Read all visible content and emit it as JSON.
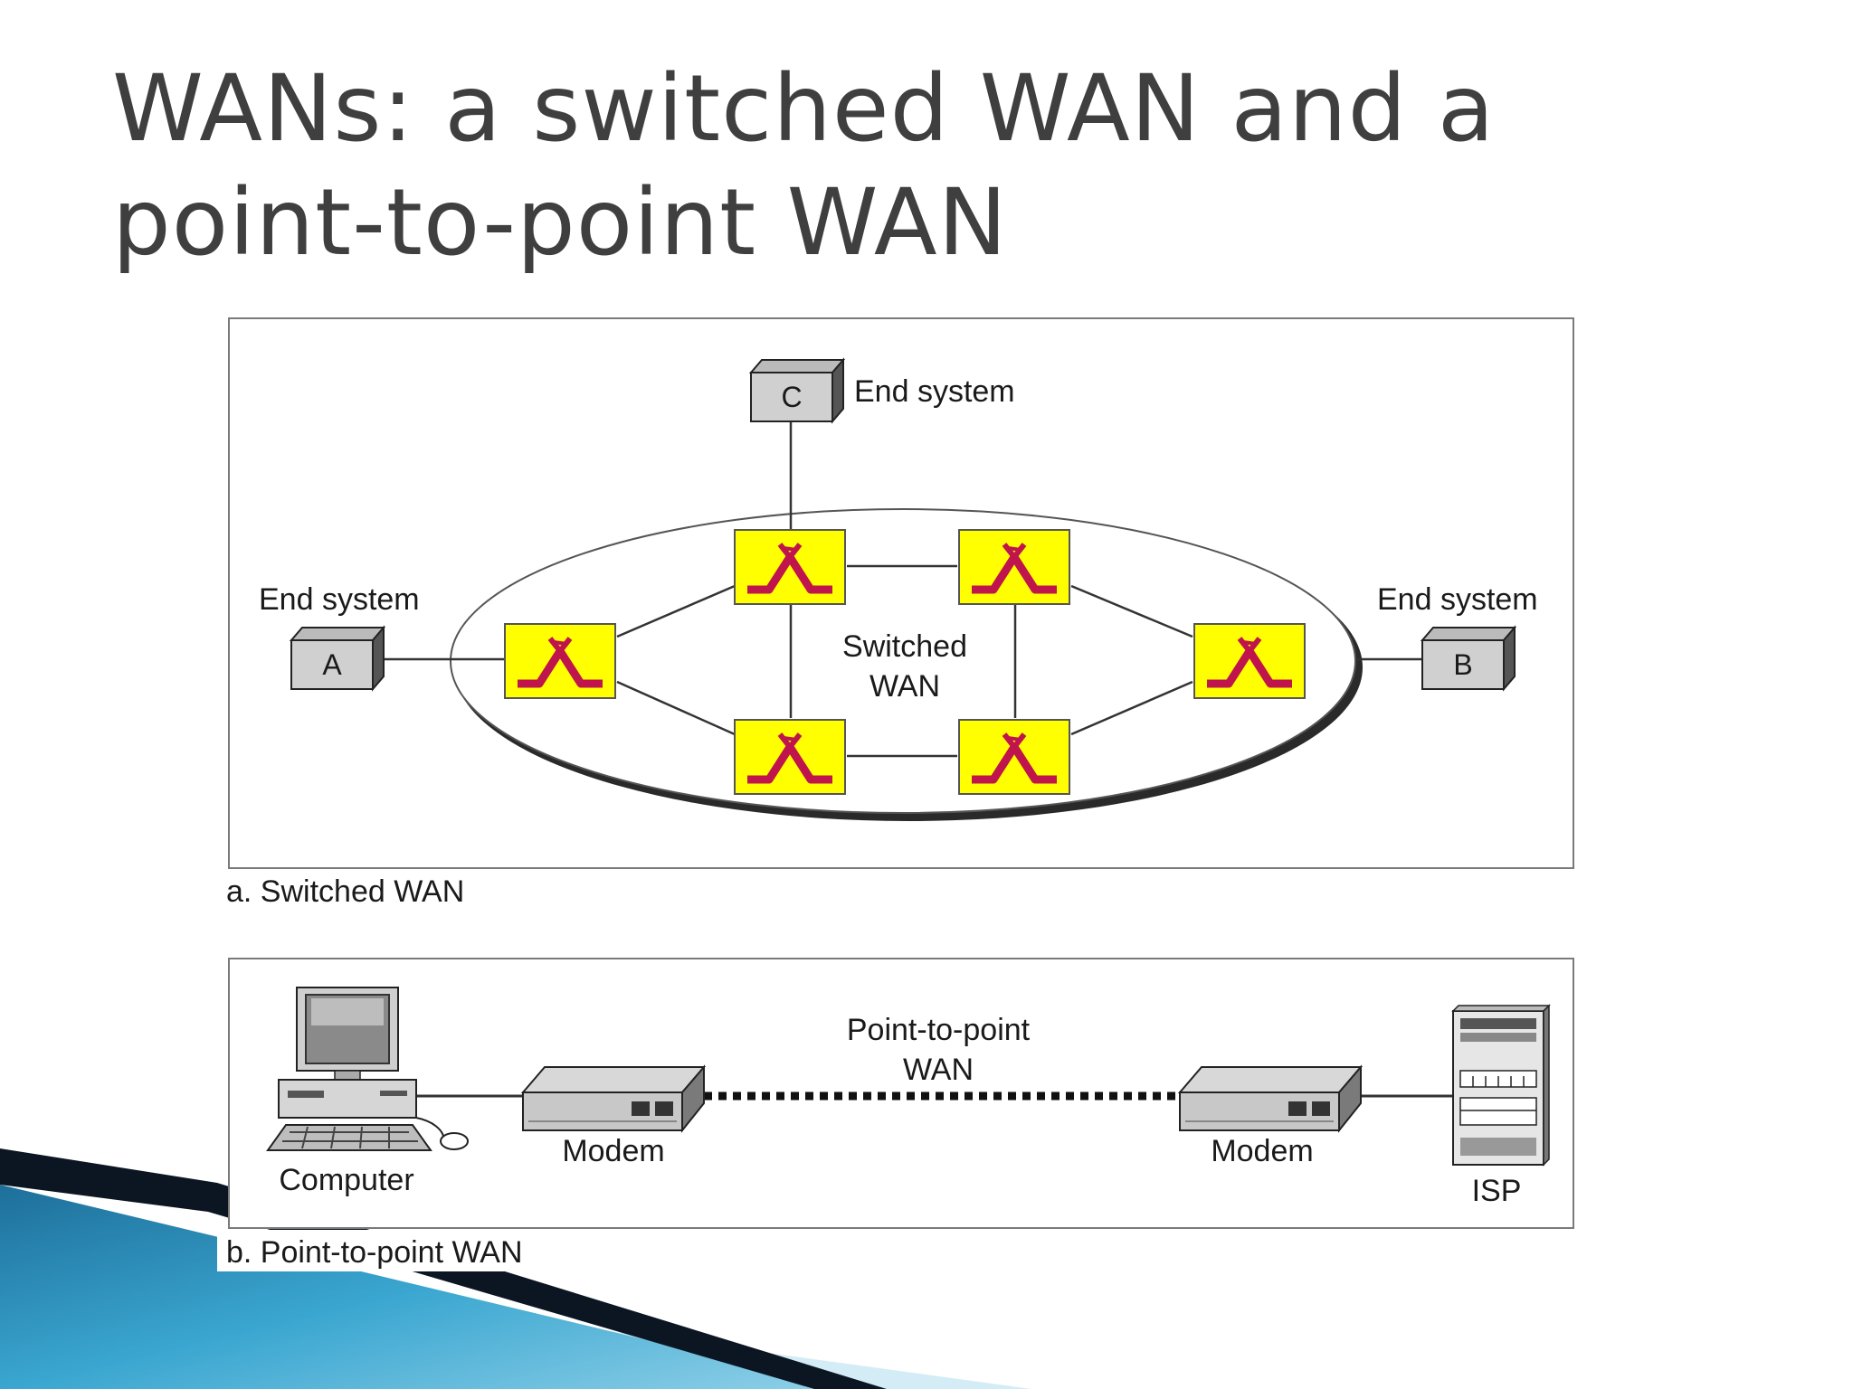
{
  "title": {
    "line1": "WANs: a switched WAN and a",
    "line2": "point-to-point WAN"
  },
  "switched_wan": {
    "caption": "a. Switched WAN",
    "cloud_label_line1": "Switched",
    "cloud_label_line2": "WAN",
    "end_systems": [
      {
        "id": "A",
        "label": "End system"
      },
      {
        "id": "B",
        "label": "End system"
      },
      {
        "id": "C",
        "label": "End system"
      }
    ],
    "switch_icon": "router-switch-icon",
    "switch_color": "#ffff00",
    "switch_symbol_color": "#c0144c"
  },
  "point_to_point_wan": {
    "caption": "b. Point-to-point WAN",
    "link_label_line1": "Point-to-point",
    "link_label_line2": "WAN",
    "computer_label": "Computer",
    "modem_left_label": "Modem",
    "modem_right_label": "Modem",
    "isp_label": "ISP"
  },
  "colors": {
    "title": "#3f3f3f",
    "swoosh_dark": "#0a1a2a",
    "swoosh_blue": "#2a8fc0",
    "swoosh_light": "#bfe2f0"
  }
}
